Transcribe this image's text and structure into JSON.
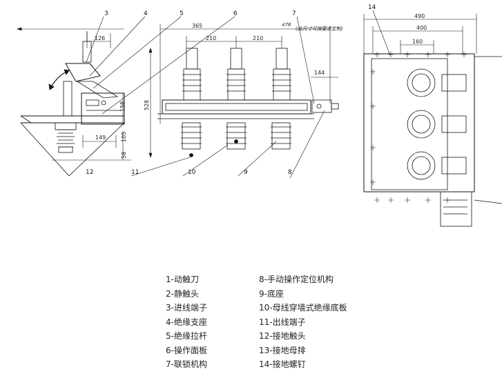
{
  "dimensions": {
    "d126": "126",
    "d365": "365",
    "d210a": "210",
    "d210b": "210",
    "d478": "478",
    "note478": "(此尺寸可按要求定制)",
    "d144": "144",
    "d158": "158",
    "d528": "528",
    "d149": "149",
    "d105": "105",
    "d58": "58",
    "d490": "490",
    "d400": "400",
    "d160": "160"
  },
  "callouts": [
    "3",
    "4",
    "5",
    "6",
    "7",
    "8",
    "9",
    "10",
    "11",
    "12",
    "14"
  ],
  "legend": {
    "left": [
      "1-动触刀",
      "2-静触头",
      "3-进线端子",
      "4-绝缘支座",
      "5-绝缘拉杆",
      "6-操作面板",
      "7-联锁机构"
    ],
    "right": [
      "8-手动操作定位机构",
      "9-底座",
      "10-母线穿墙式绝缘底板",
      "11-出线端子",
      "12-接地触头",
      "13-接地母排",
      "14-接地螺钉"
    ]
  },
  "colors": {
    "line": "#111111",
    "text": "#222222"
  }
}
